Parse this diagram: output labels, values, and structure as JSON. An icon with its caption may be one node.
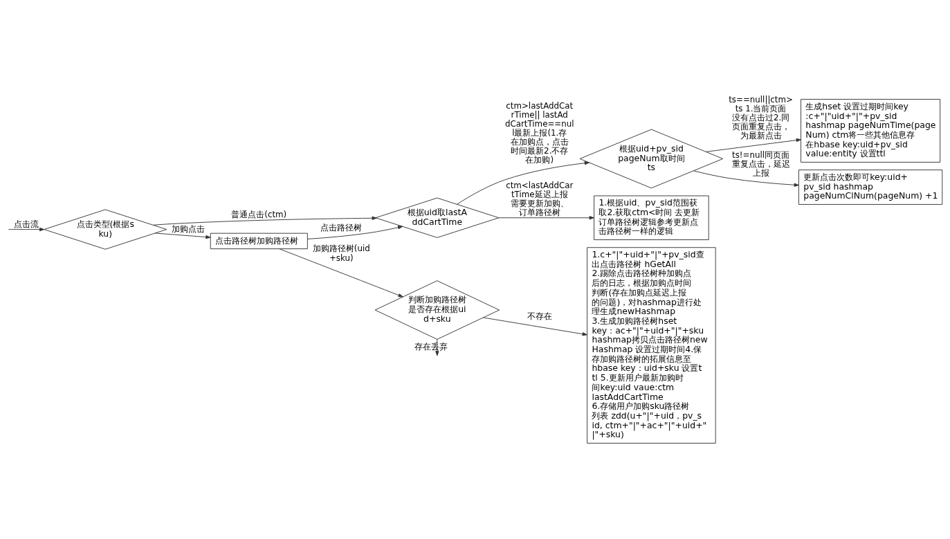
{
  "diagram": {
    "nodes": [
      {
        "text": [
          "点击类型(根据sku)"
        ]
      },
      {
        "text": [
          "根据uid取lastAddCartTime"
        ]
      },
      {
        "text": [
          "根据uid+pv_sid pageNum取时间ts"
        ]
      },
      {
        "text": [
          "生成hset 设置过期时间key:c+\"|\"uid+\"|\"+pv_sid hashmap pageNumTime(pageNum) ctm将一些其他信息存在hbase key:uid+pv_sid value:entity 设置ttl"
        ]
      },
      {
        "text": [
          "更新点击次数即可key:uid+pv_sid hashmap pageNumClNum(pageNum) +1"
        ]
      },
      {
        "text": [
          "1.根据uid、pv_sid范围获取2.获取ctm<时间 去更新订单路径树逻辑参考更新点击路径树一样的逻辑"
        ]
      },
      {
        "text": [
          "点击路径树加购路径树"
        ]
      },
      {
        "text": [
          "判断加购路径树是否存在根据uid+sku"
        ]
      },
      {
        "text": [
          "1.c+\"|\"+uid+\"|\"+pv_sid查出点击路径树 hGetAll 2.踢除点击路径树种加购点后的日志，根据加购点时间判断(存在加购点延迟上报的问题)，对hashmap进行处理生成newHashmap 3.生成加购路径树hset key：ac+\"|\"+uid+\"|\"+sku hashmap拷贝点击路径树newHashmap 设置过期时间4.保存加购路径树的拓展信息至hbase key：uid+sku 设置ttl 5.更新用户最新加购时间key:uid vaue:ctm lastAddCartTime 6.存储用户加购sku路径树列表 zdd(u+\"|\"+uid，pv_sid, ctm+\"|\"+ac+\"|\"+uid+\"|\"+sku)"
        ]
      }
    ],
    "edges": [
      {
        "from": null,
        "to": 0,
        "arrow": "to",
        "label": "点击流"
      },
      {
        "from": 0,
        "to": 1,
        "arrow": "to",
        "label": "普通点击(ctm)"
      },
      {
        "from": 0,
        "to": 6,
        "arrow": "to",
        "label": "加购点击"
      },
      {
        "from": 6,
        "to": 1,
        "arrow": "to",
        "label": "点击路径树"
      },
      {
        "from": 1,
        "to": 2,
        "arrow": "to",
        "label": "ctm>lastAddCatrTime|| lastAddCartTime==null最新上报(1.存在加购点，点击时间最新2.不存在加购)"
      },
      {
        "from": 1,
        "to": 5,
        "arrow": "to",
        "label": "ctm<lastAddCartTime延迟上报需要更新加购、订单路径树"
      },
      {
        "from": 2,
        "to": 3,
        "arrow": "to",
        "label": "ts==null||ctm>ts 1.当前页面没有点击过2.同页面重复点击，为最新点击"
      },
      {
        "from": 2,
        "to": 4,
        "arrow": "to",
        "label": "ts!=null同页面重复点击，延迟上报"
      },
      {
        "from": 6,
        "to": 7,
        "arrow": "to",
        "label": "加购路径树(uid+sku)"
      },
      {
        "from": 7,
        "to": null,
        "arrow": "to",
        "label": "存在丢弃"
      },
      {
        "from": 7,
        "to": 8,
        "arrow": "to",
        "label": "不存在"
      }
    ]
  }
}
